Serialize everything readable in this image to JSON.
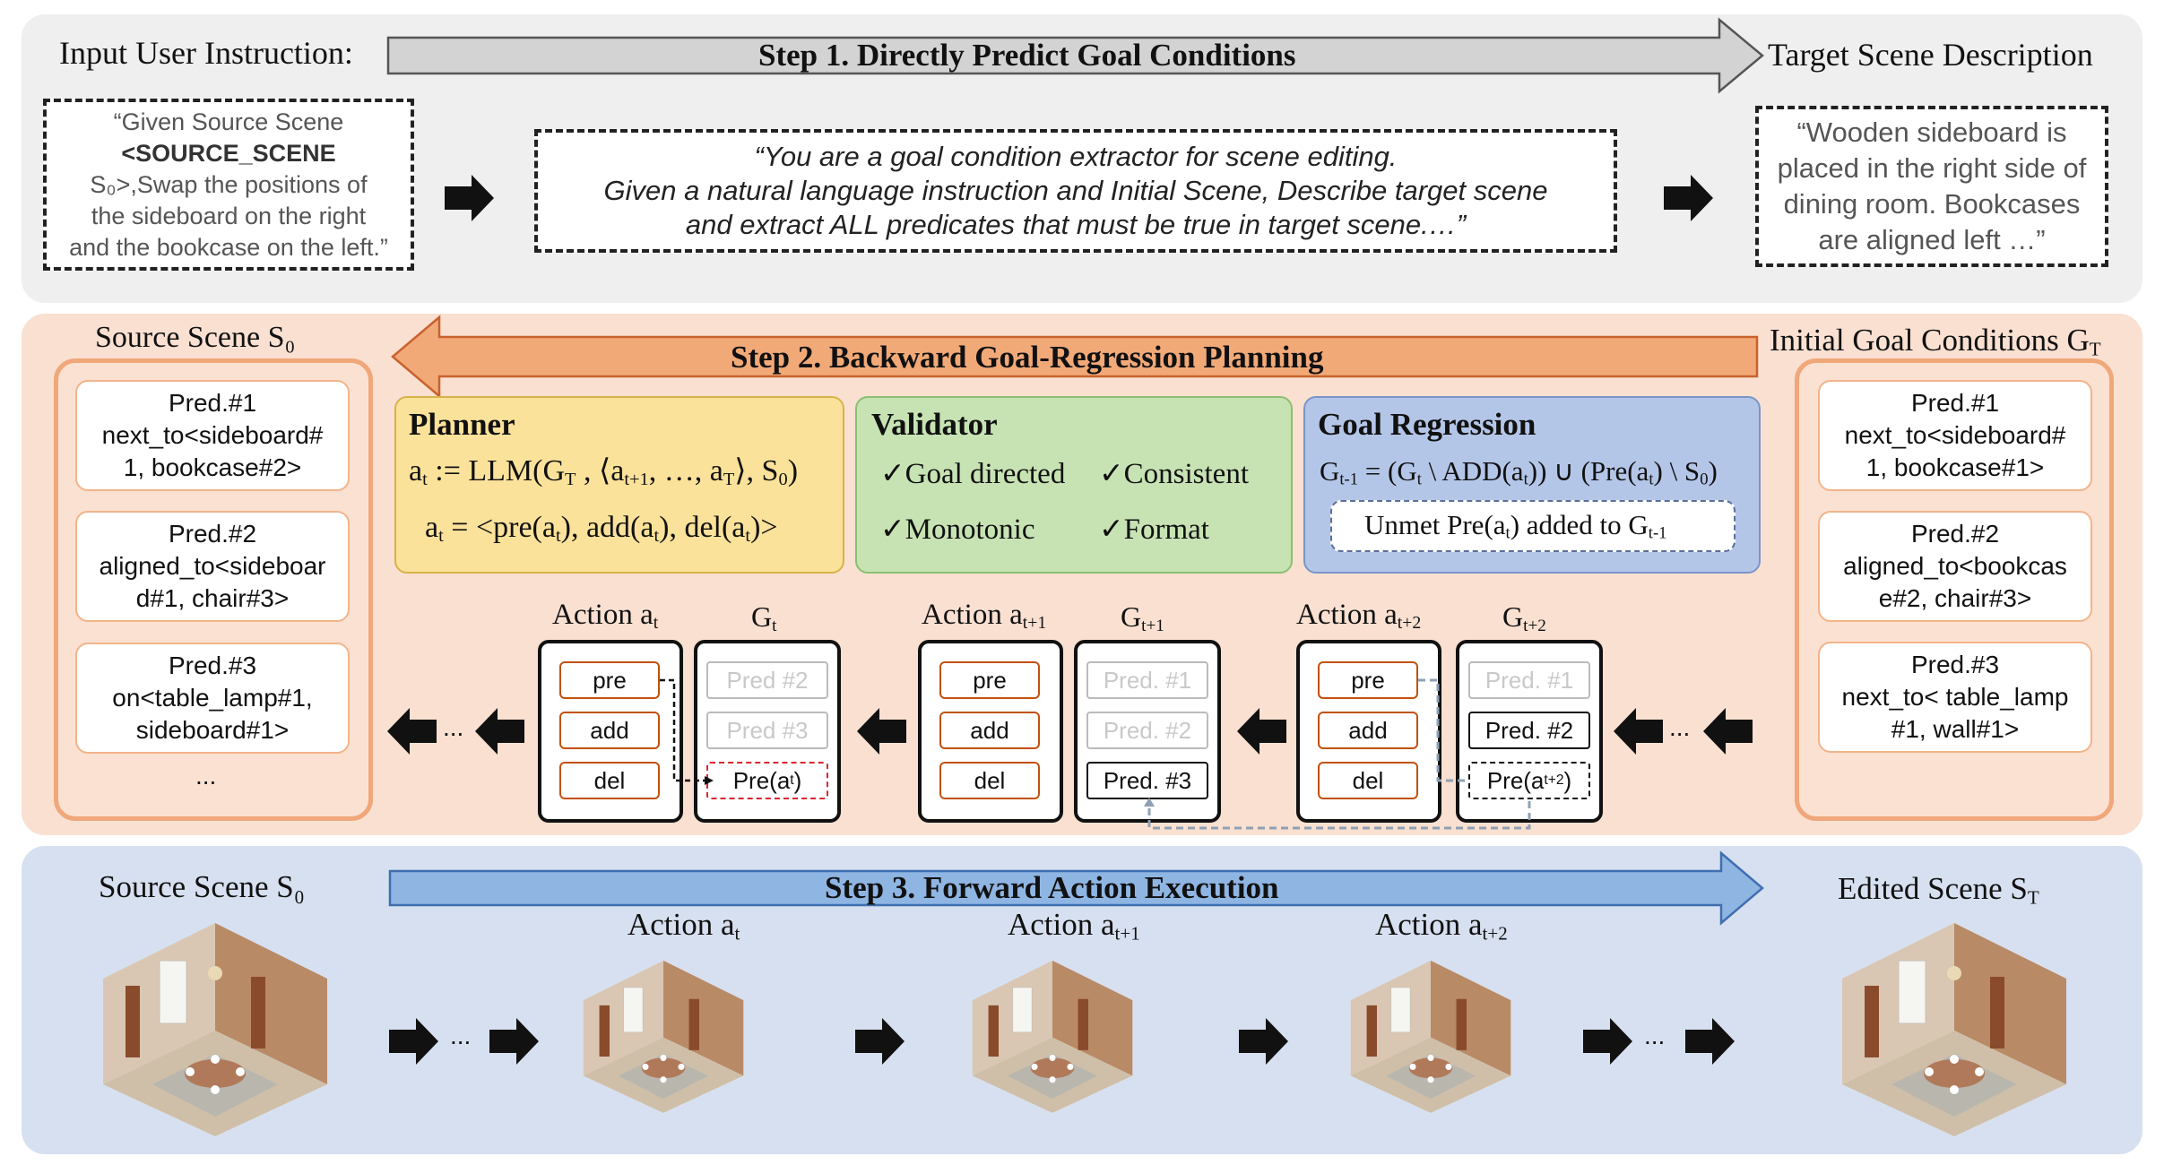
{
  "step1": {
    "input_label": "Input User Instruction:",
    "title": "Step 1. Directly Predict Goal Conditions",
    "target_label": "Target Scene Description",
    "instruction_lines": [
      "“Given Source Scene",
      "<SOURCE_SCENE",
      "S₀>,Swap the positions of",
      "the sideboard on the right",
      "and the bookcase on the left.”"
    ],
    "prompt_lines": [
      "“You are a goal condition extractor for scene editing.",
      "Given a natural language instruction and Initial Scene, Describe target scene",
      "and extract ALL predicates that must be true in target scene.…”"
    ],
    "target_lines": [
      "“Wooden sideboard is",
      "placed in the right side of",
      "dining room. Bookcases",
      "are aligned left …”"
    ]
  },
  "step2": {
    "title": "Step 2. Backward Goal-Regression Planning",
    "source_label": "Source Scene S₀",
    "goal_label": "Initial Goal Conditions G_T",
    "left_preds": [
      [
        "Pred.#1",
        "next_to<sideboard#",
        "1, bookcase#2>"
      ],
      [
        "Pred.#2",
        "aligned_to<sideboar",
        "d#1, chair#3>"
      ],
      [
        "Pred.#3",
        "on<table_lamp#1,",
        "sideboard#1>"
      ]
    ],
    "left_ellipsis": "...",
    "right_preds": [
      [
        "Pred.#1",
        "next_to<sideboard#",
        "1, bookcase#1>"
      ],
      [
        "Pred.#2",
        "aligned_to<bookcas",
        "e#2, chair#3>"
      ],
      [
        "Pred.#3",
        "next_to< table_lamp",
        "#1, wall#1>"
      ]
    ],
    "planner": {
      "title": "Planner",
      "eq1": "a_t := LLM(G_T , ⟨a_t+1, …, a_T⟩, S_0)",
      "eq2": "a_t = <pre(a_t), add(a_t), del(a_t)>"
    },
    "validator": {
      "title": "Validator",
      "checks": [
        "✓Goal directed",
        "✓Consistent",
        "✓Monotonic",
        "✓Format"
      ]
    },
    "regression": {
      "title": "Goal Regression",
      "eq": "G_t-1 = (G_t \\ ADD(a_t)) ∪ (Pre(a_t) \\ S_0)",
      "note": "Unmet Pre(a_t) added to G_t-1"
    },
    "actions": [
      {
        "action_label": "Action a_t",
        "g_label": "G_t",
        "g_ellipsis": "...",
        "slots": [
          "pre",
          "add",
          "del"
        ],
        "g_items": [
          "Pred #2",
          "Pred #3",
          "Pre(a_t)"
        ]
      },
      {
        "action_label": "Action a_t+1",
        "g_label": "G_t+1",
        "slots": [
          "pre",
          "add",
          "del"
        ],
        "g_items": [
          "Pred. #1",
          "Pred. #2",
          "Pred. #3"
        ]
      },
      {
        "action_label": "Action a_t+2",
        "g_label": "G_t+2",
        "slots": [
          "pre",
          "add",
          "del"
        ],
        "g_items": [
          "Pred. #1",
          "Pred. #2",
          "Pre(a_t+2)"
        ]
      }
    ],
    "ellipsis": "..."
  },
  "step3": {
    "title": "Step 3. Forward Action Execution",
    "source_label": "Source Scene S₀",
    "edited_label": "Edited Scene S_T",
    "action_labels": [
      "Action a_t",
      "Action a_t+1",
      "Action a_t+2"
    ],
    "ellipsis": "..."
  },
  "colors": {
    "step1_bg": "#efefef",
    "step2_bg": "#f9e0d1",
    "step3_bg": "#d7e0f0",
    "planner": "#fbe29a",
    "validator": "#c7e3b4",
    "regression": "#b4c6e8",
    "step2_arrow": "#f2a978",
    "step3_arrow": "#8fb5e3"
  }
}
